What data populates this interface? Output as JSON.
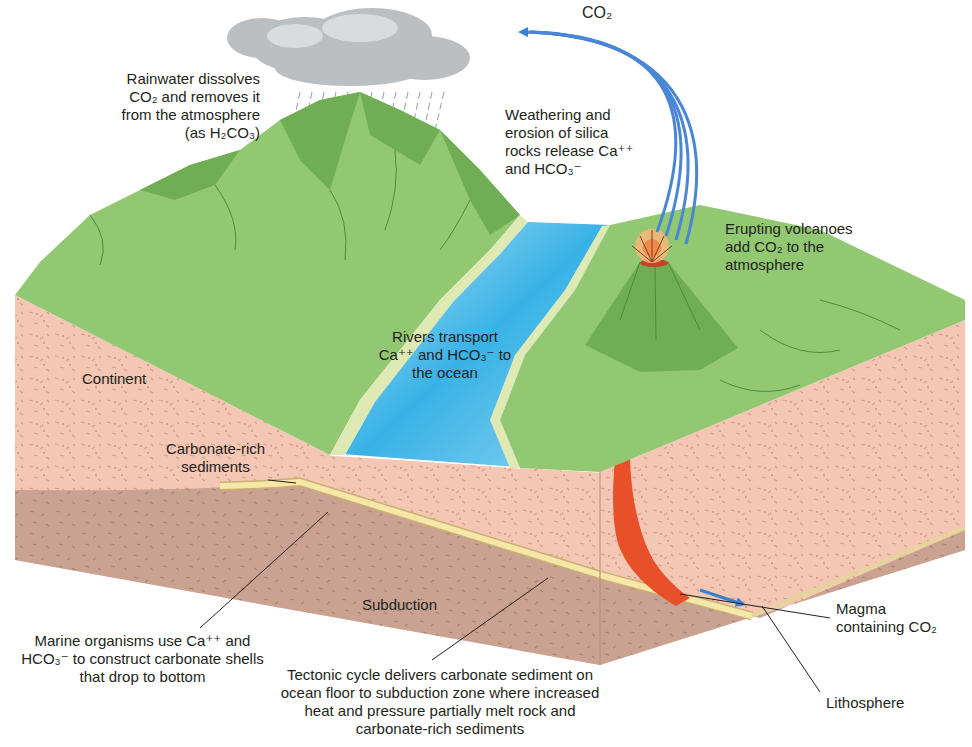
{
  "diagram": {
    "labels": [
      "CO₂",
      "Rainwater dissolves CO₂ and removes it from the atmosphere (as H₂CO₃)",
      "Weathering and erosion of silica rocks release Ca⁺⁺ and HCO₃⁻",
      "Erupting volcanoes add CO₂ to the atmosphere",
      "Rivers transport Ca⁺⁺ and HCO₃⁻ to the ocean",
      "Continent",
      "Carbonate-rich sediments",
      "Subduction",
      "Magma containing CO₂",
      "Marine organisms use Ca⁺⁺ and HCO₃⁻ to construct carbonate shells that drop to bottom",
      "Tectonic cycle delivers carbonate sediment on ocean floor to subduction zone where increased heat and pressure partially melt rock and carbonate-rich sediments",
      "Lithosphere"
    ]
  }
}
